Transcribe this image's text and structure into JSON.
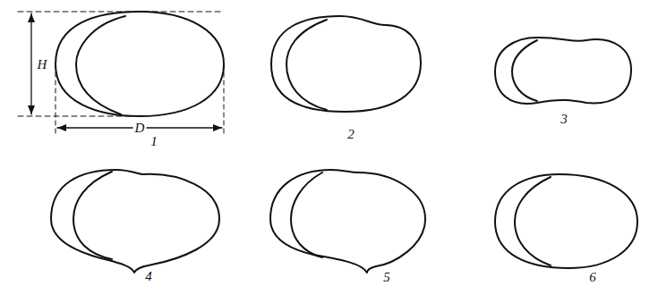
{
  "diagram": {
    "labels": [
      "H",
      "D",
      "1",
      "2",
      "3",
      "4",
      "5",
      "6"
    ]
  }
}
